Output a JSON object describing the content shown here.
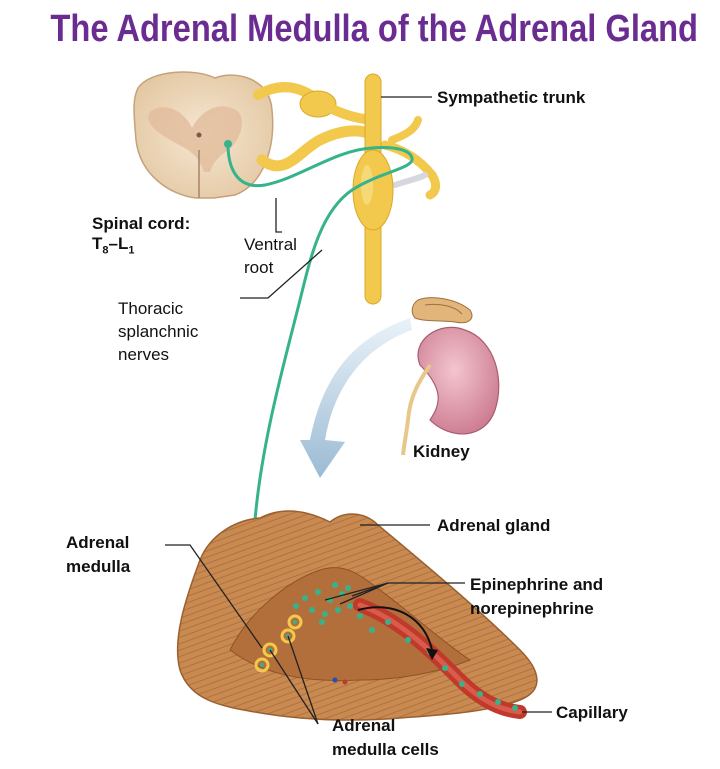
{
  "title": "The Adrenal Medulla of the Adrenal Gland",
  "colors": {
    "title": "#6a2c91",
    "nerve": "#f2c94c",
    "fiber": "#36b38a",
    "kidney": "#d98a9b",
    "gland": "#c98a52",
    "capillary": "#c0392b"
  },
  "labels": {
    "sympathetic_trunk": "Sympathetic trunk",
    "spinal_cord_line1": "Spinal cord:",
    "spinal_cord_t": "T",
    "spinal_cord_t_sub": "8",
    "spinal_cord_dash": "–L",
    "spinal_cord_l_sub": "1",
    "ventral_root_line1": "Ventral",
    "ventral_root_line2": "root",
    "thoracic_line1": "Thoracic",
    "thoracic_line2": "splanchnic",
    "thoracic_line3": "nerves",
    "kidney": "Kidney",
    "adrenal_gland": "Adrenal gland",
    "adrenal_medulla_line1": "Adrenal",
    "adrenal_medulla_line2": "medulla",
    "epinephrine_line1": "Epinephrine and",
    "epinephrine_line2": "norepinephrine",
    "capillary": "Capillary",
    "medulla_cells_line1": "Adrenal",
    "medulla_cells_line2": "medulla cells"
  }
}
